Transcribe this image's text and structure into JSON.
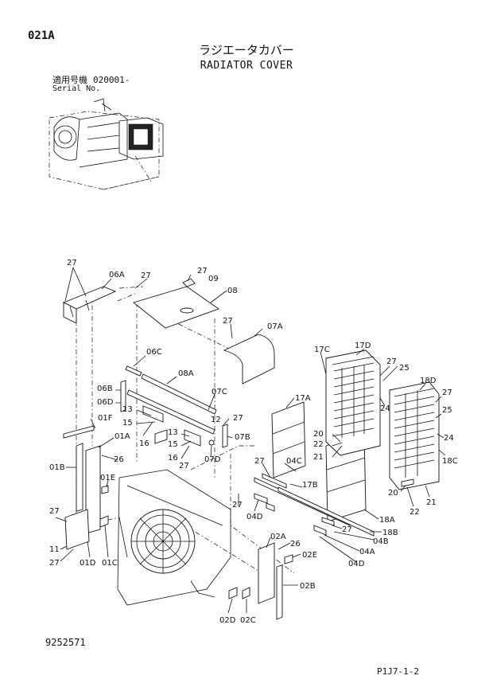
{
  "header": {
    "page_id": "021A",
    "title_jp": "ラジエータカバー",
    "title_en": "RADIATOR COVER",
    "serial_label_jp": "適用号機",
    "serial_label_en": "Serial No.",
    "serial_value": "020001-"
  },
  "footer": {
    "doc_number": "9252571",
    "page_ref": "P1J7-1-2"
  },
  "callouts": {
    "c27a": "27",
    "c06A": "06A",
    "c27b": "27",
    "c27c": "27",
    "c09": "09",
    "c08": "08",
    "c27d": "27",
    "c07A": "07A",
    "c06C": "06C",
    "c08A": "08A",
    "c06B": "06B",
    "c06D": "06D",
    "c07C": "07C",
    "c13a": "13",
    "c01F": "01F",
    "c15a": "15",
    "c16a": "16",
    "c27e": "27",
    "c12": "12",
    "c13b": "13",
    "c15b": "15",
    "c16b": "16",
    "c27f": "27",
    "c07D": "07D",
    "c07B": "07B",
    "c01A": "01A",
    "c26a": "26",
    "c01B": "01B",
    "c01E": "01E",
    "c27g": "27",
    "c11": "11",
    "c27h": "27",
    "c01D": "01D",
    "c01C": "01C",
    "c17A": "17A",
    "c04C": "04C",
    "c27i": "27",
    "c17B": "17B",
    "c04D1": "04D",
    "c27j": "27",
    "c17C": "17C",
    "c17D": "17D",
    "c27k": "27",
    "c25a": "25",
    "c24a": "24",
    "c20a": "20",
    "c22a": "22",
    "c21a": "21",
    "c18D": "18D",
    "c27l": "27",
    "c25b": "25",
    "c24b": "24",
    "c18C": "18C",
    "c20b": "20",
    "c22b": "22",
    "c21b": "21",
    "c18A": "18A",
    "c18B": "18B",
    "c27m": "27",
    "c04B": "04B",
    "c04A": "04A",
    "c04D2": "04D",
    "c02A": "02A",
    "c26b": "26",
    "c02E": "02E",
    "c02B": "02B",
    "c02D": "02D",
    "c02C": "02C"
  }
}
